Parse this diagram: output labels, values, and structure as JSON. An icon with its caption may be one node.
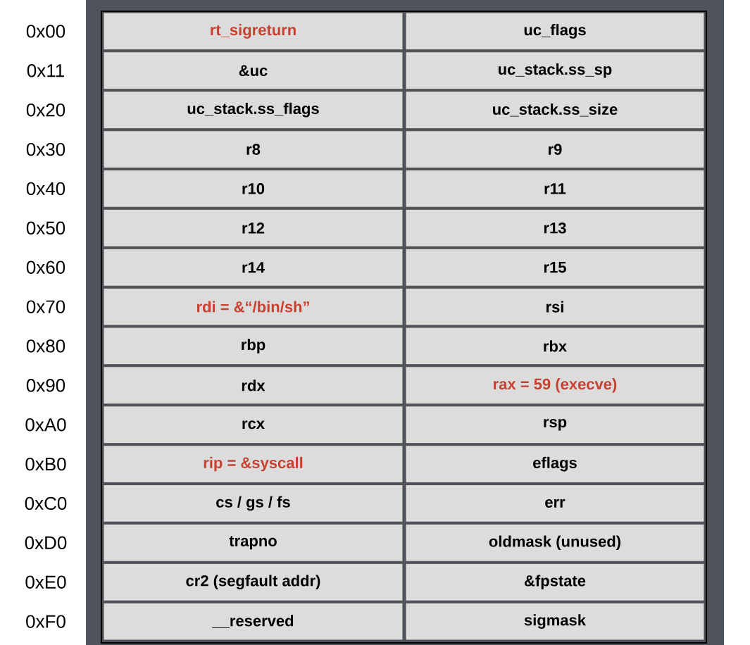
{
  "diagram": {
    "labels": [
      "0x00",
      "rt_sigreturn",
      "uc_flags",
      "0x11",
      "&uc",
      "uc_stack.ss_sp",
      "0x20",
      "uc_stack.ss_flags",
      "uc_stack.ss_size",
      "0x30",
      "r8",
      "r9",
      "0x40",
      "r10",
      "r11",
      "0x50",
      "r12",
      "r13",
      "0x60",
      "r14",
      "r15",
      "0x70",
      "rdi = &“/bin/sh”",
      "rsi",
      "0x80",
      "rbp",
      "rbx",
      "0x90",
      "rdx",
      "rax = 59 (execve)",
      "0xA0",
      "rcx",
      "rsp",
      "0xB0",
      "rip = &syscall",
      "eflags",
      "0xC0",
      "cs / gs / fs",
      "err",
      "0xD0",
      "trapno",
      "oldmask (unused)",
      "0xE0",
      "cr2 (segfault addr)",
      "&fpstate",
      "0xF0",
      "__reserved",
      "sigmask"
    ]
  }
}
